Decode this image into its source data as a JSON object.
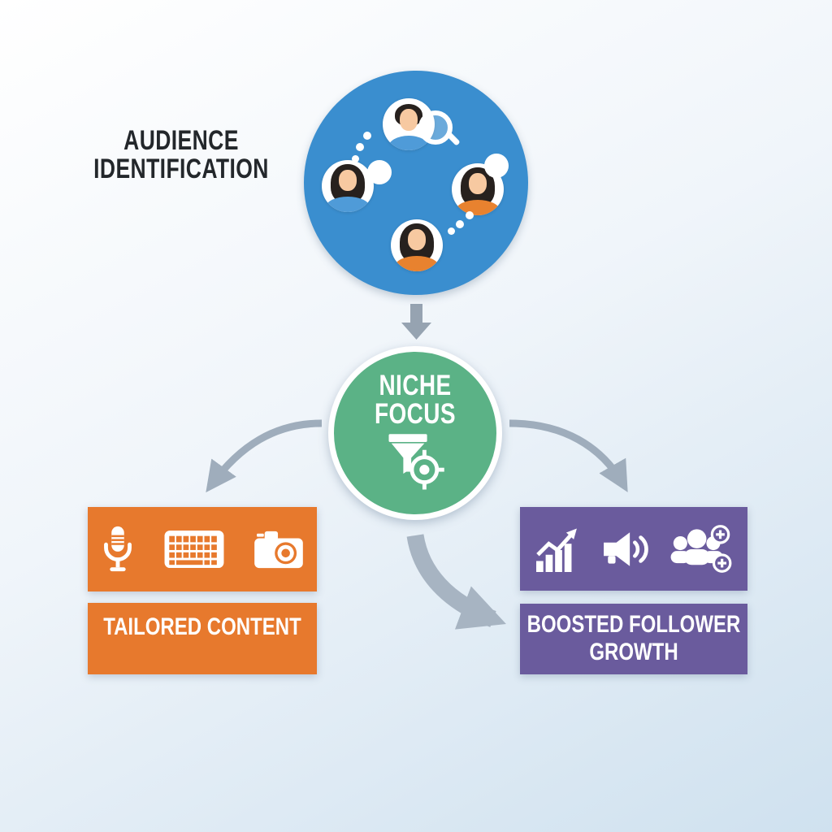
{
  "nodes": {
    "audience": {
      "label": "AUDIENCE IDENTIFICATION",
      "icon": "audience-network-icon"
    },
    "niche": {
      "label": "NICHE FOCUS",
      "icon": "funnel-target-icon"
    },
    "tailored": {
      "label": "TAILORED CONTENT",
      "icons": [
        "microphone-icon",
        "keyboard-icon",
        "camera-icon"
      ]
    },
    "growth": {
      "label": "BOOSTED FOLLOWER GROWTH",
      "icons": [
        "growth-chart-icon",
        "megaphone-icon",
        "add-followers-icon"
      ]
    }
  },
  "colors": {
    "blue": "#3a8ecf",
    "green": "#5bb286",
    "orange": "#e7792d",
    "purple": "#6a5b9d",
    "arrow": "#9fadbc",
    "arrow_dark": "#96a3b1",
    "arrow_thick": "#a7b4c2",
    "text_dark": "#23272b",
    "bg_top": "#ffffff",
    "bg_bottom": "#cfe1ef"
  }
}
